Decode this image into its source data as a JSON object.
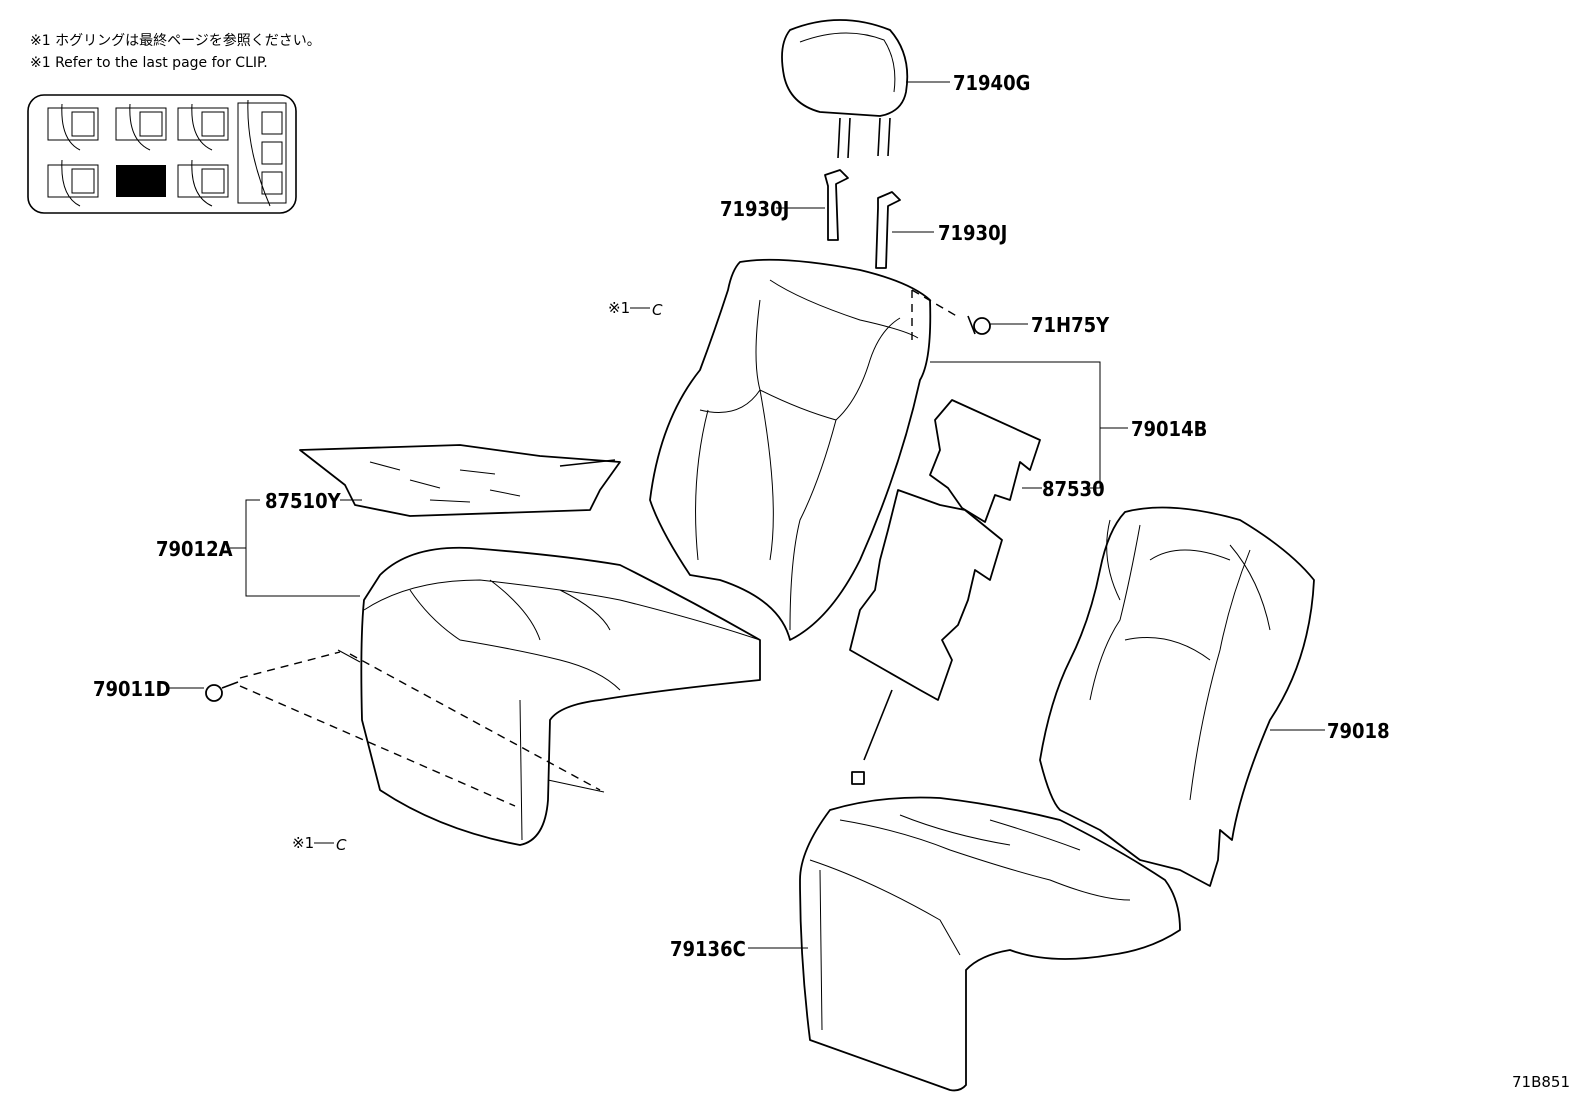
{
  "notes": {
    "jp": "※1 ホグリングは最終ページを参照ください。",
    "en": "※1 Refer to the last page for CLIP."
  },
  "callout_marks": {
    "backrest_clip": "※1",
    "backrest_clip_letter": "C",
    "cushion_clip": "※1",
    "cushion_clip_letter": "C"
  },
  "parts": {
    "headrest": "71940G",
    "headrest_support_left": "71930J",
    "headrest_support_right": "71930J",
    "clip": "71H75Y",
    "back_assembly": "79014B",
    "back_heater": "87530",
    "cushion_heater": "87510Y",
    "cushion_assembly": "79012A",
    "cushion_clip": "79011D",
    "back_cover": "79018",
    "cushion_cover": "79136C"
  },
  "figure_code": "71B851",
  "icons": {
    "seat_locator": "seat-position-locator-icon"
  }
}
